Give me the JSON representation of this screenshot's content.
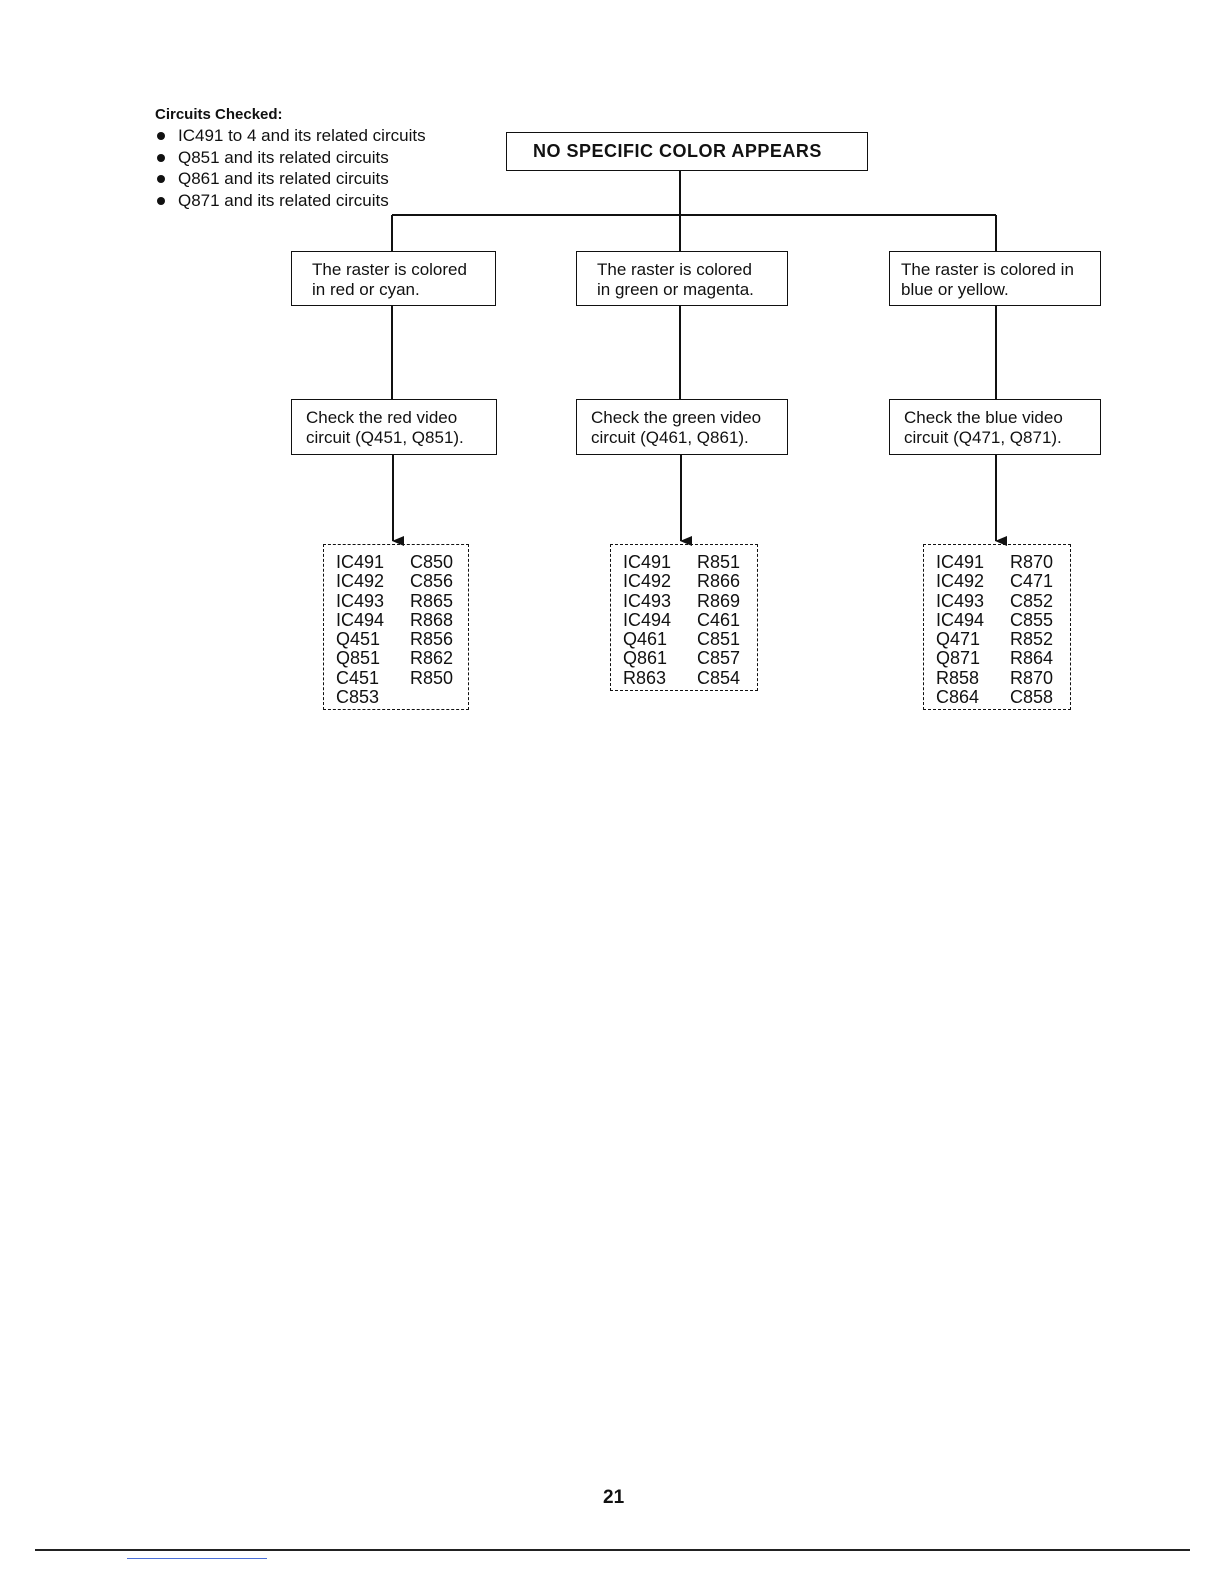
{
  "circuits_checked": {
    "title": "Circuits Checked:",
    "items": [
      "IC491 to 4 and its related circuits",
      "Q851 and its related circuits",
      "Q861 and its related circuits",
      "Q871 and its related circuits"
    ]
  },
  "top": {
    "label": "NO SPECIFIC COLOR APPEARS"
  },
  "branches": [
    {
      "condition": [
        "The raster is colored",
        "in red or cyan."
      ],
      "action": [
        "Check the red video",
        "circuit (Q451, Q851)."
      ],
      "parts": [
        [
          "IC491",
          "C850"
        ],
        [
          "IC492",
          "C856"
        ],
        [
          "IC493",
          "R865"
        ],
        [
          "IC494",
          "R868"
        ],
        [
          "Q451",
          "R856"
        ],
        [
          "Q851",
          "R862"
        ],
        [
          "C451",
          "R850"
        ],
        [
          "C853",
          ""
        ]
      ]
    },
    {
      "condition": [
        "The raster is colored",
        "in green or magenta."
      ],
      "action": [
        "Check the green video",
        "circuit (Q461, Q861)."
      ],
      "parts": [
        [
          "IC491",
          "R851"
        ],
        [
          "IC492",
          "R866"
        ],
        [
          "IC493",
          "R869"
        ],
        [
          "IC494",
          "C461"
        ],
        [
          "Q461",
          "C851"
        ],
        [
          "Q861",
          "C857"
        ],
        [
          "R863",
          "C854"
        ]
      ]
    },
    {
      "condition": [
        "The raster is colored in",
        "blue or yellow."
      ],
      "action": [
        "Check the blue video",
        "circuit (Q471, Q871)."
      ],
      "parts": [
        [
          "IC491",
          "R870"
        ],
        [
          "IC492",
          "C471"
        ],
        [
          "IC493",
          "C852"
        ],
        [
          "IC494",
          "C855"
        ],
        [
          "Q471",
          "R852"
        ],
        [
          "Q871",
          "R864"
        ],
        [
          "R858",
          "R870"
        ],
        [
          "C864",
          "C858"
        ]
      ]
    }
  ],
  "page_number": "21"
}
